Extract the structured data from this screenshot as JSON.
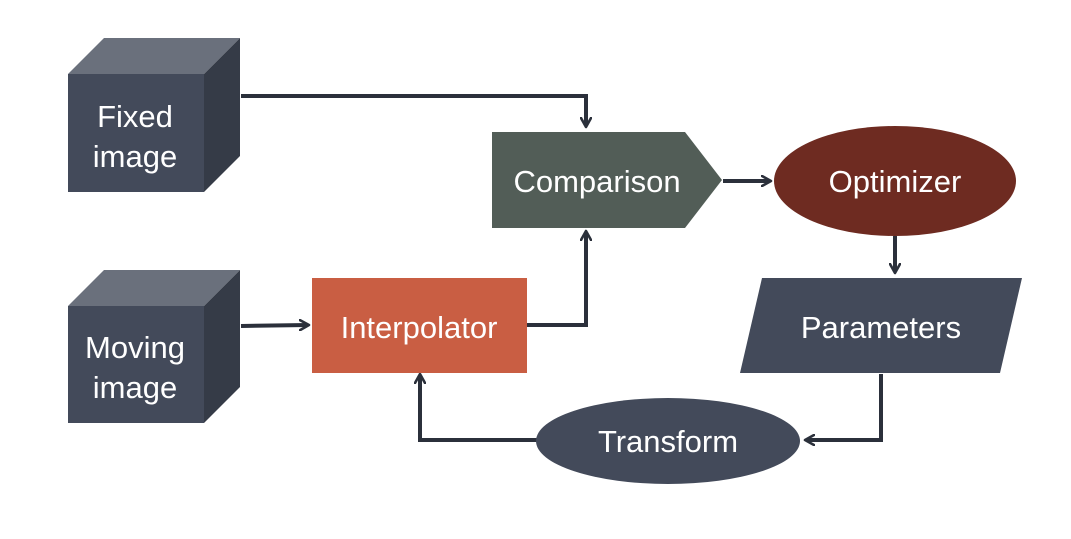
{
  "diagram": {
    "colors": {
      "cube_front": "#434a5a",
      "cube_top": "#6a707c",
      "cube_side": "#353b47",
      "comparison": "#525d57",
      "optimizer": "#6e2b21",
      "interpolator": "#c95e43",
      "parameters": "#434a5a",
      "transform": "#434a5a",
      "arrow": "#2b303b",
      "text": "#ffffff"
    },
    "nodes": {
      "fixed_image": {
        "label_line1": "Fixed",
        "label_line2": "image",
        "shape": "cube"
      },
      "moving_image": {
        "label_line1": "Moving",
        "label_line2": "image",
        "shape": "cube"
      },
      "comparison": {
        "label": "Comparison",
        "shape": "pentagon-arrow"
      },
      "optimizer": {
        "label": "Optimizer",
        "shape": "ellipse"
      },
      "interpolator": {
        "label": "Interpolator",
        "shape": "rectangle"
      },
      "parameters": {
        "label": "Parameters",
        "shape": "parallelogram"
      },
      "transform": {
        "label": "Transform",
        "shape": "ellipse"
      }
    },
    "edges": [
      {
        "from": "Fixed image",
        "to": "Comparison"
      },
      {
        "from": "Moving image",
        "to": "Interpolator"
      },
      {
        "from": "Interpolator",
        "to": "Comparison"
      },
      {
        "from": "Comparison",
        "to": "Optimizer"
      },
      {
        "from": "Optimizer",
        "to": "Parameters"
      },
      {
        "from": "Parameters",
        "to": "Transform"
      },
      {
        "from": "Transform",
        "to": "Interpolator"
      }
    ]
  }
}
